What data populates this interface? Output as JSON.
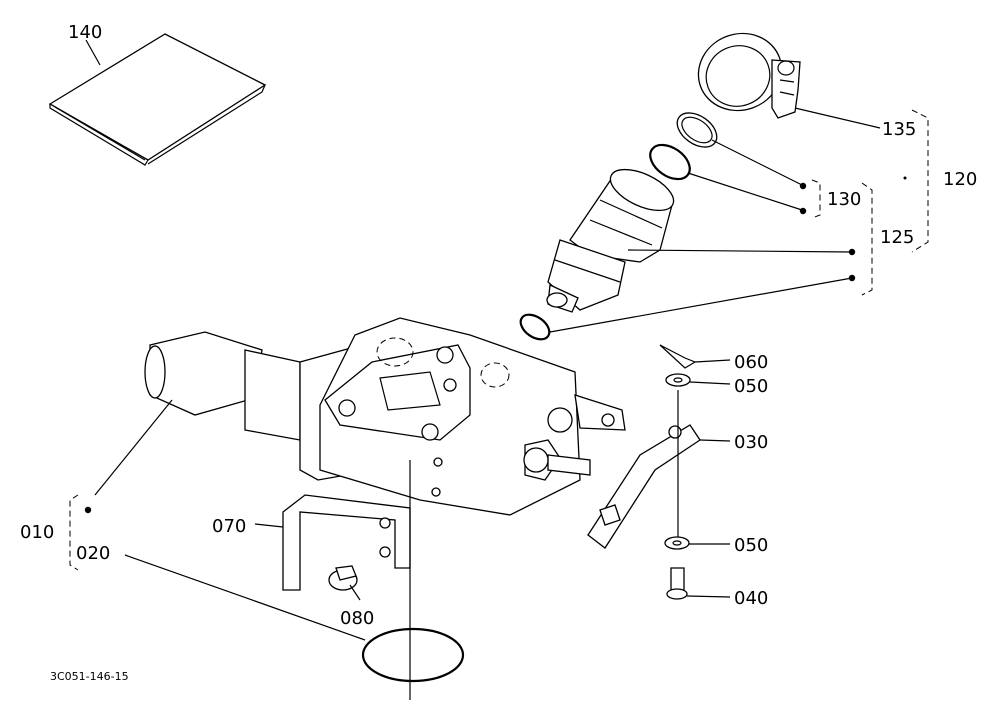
{
  "diagram": {
    "drawing_code": "3C051-146-15",
    "callouts": {
      "p140": "140",
      "p135": "135",
      "p130": "130",
      "p125": "125",
      "p120": "120",
      "p060": "060",
      "p050a": "050",
      "p030": "030",
      "p050b": "050",
      "p040": "040",
      "p010": "010",
      "p020": "020",
      "p070": "070",
      "p080": "080"
    }
  }
}
